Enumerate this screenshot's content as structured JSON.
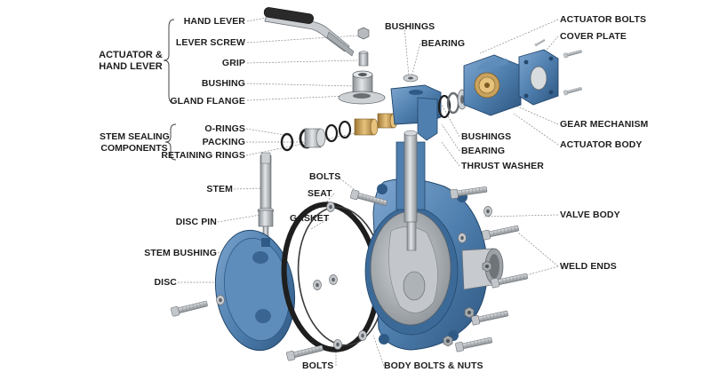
{
  "groups": {
    "actuator": [
      "ACTUATOR &",
      "HAND LEVER"
    ],
    "sealing": [
      "STEM SEALING",
      "COMPONENTS"
    ]
  },
  "labels": {
    "hand_lever": "HAND LEVER",
    "lever_screw": "LEVER SCREW",
    "grip": "GRIP",
    "bushing": "BUSHING",
    "gland_flange": "GLAND FLANGE",
    "o_rings": "O-RINGS",
    "packing": "PACKING",
    "retaining_rings": "RETAINING RINGS",
    "stem": "STEM",
    "disc_pin": "DISC PIN",
    "stem_bushing": "STEM BUSHING",
    "disc": "DISC",
    "bolts_top": "BOLTS",
    "seat": "SEAT",
    "gasket": "GASKET",
    "bushings_top": "BUSHINGS",
    "bearing_top": "BEARING",
    "bushings_mid": "BUSHINGS",
    "bearing_mid": "BEARING",
    "thrust_washer": "THRUST WASHER",
    "actuator_bolts": "ACTUATOR BOLTS",
    "cover_plate": "COVER PLATE",
    "gear_mechanism": "GEAR MECHANISM",
    "actuator_body": "ACTUATOR BODY",
    "valve_body": "VALVE BODY",
    "weld_ends": "WELD ENDS",
    "bolts_bottom": "BOLTS",
    "body_bolts_nuts": "BODY BOLTS & NUTS"
  },
  "colors": {
    "blue": "#4f7fae",
    "blue_dark": "#2f5a86",
    "steel": "#b9bdc1",
    "steel_dark": "#7b8186",
    "brass": "#c69b55",
    "rubber": "#1e1e1e",
    "leader": "#8a8a8a"
  }
}
